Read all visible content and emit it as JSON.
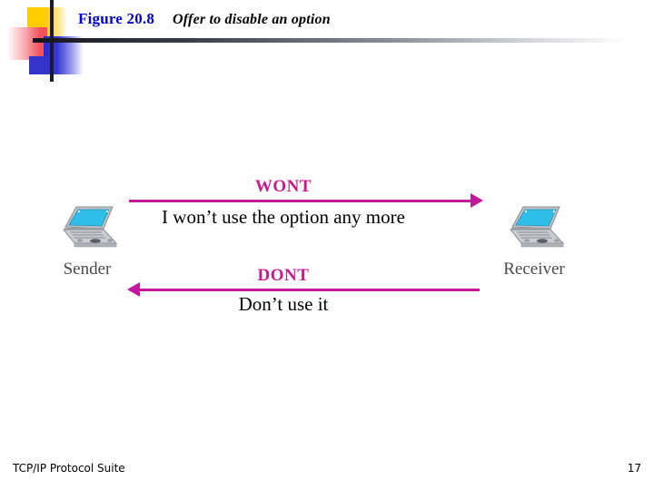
{
  "slide": {
    "figure_number": "Figure 20.8",
    "caption": "Offer to disable an option"
  },
  "diagram": {
    "type": "sequence",
    "nodes": [
      {
        "id": "sender",
        "label": "Sender",
        "icon": "laptop-icon"
      },
      {
        "id": "receiver",
        "label": "Receiver",
        "icon": "laptop-icon"
      }
    ],
    "messages": [
      {
        "id": "wont",
        "command": "WONT",
        "description": "I won’t use the option any more",
        "direction": "sender-to-receiver",
        "arrow": "right"
      },
      {
        "id": "dont",
        "command": "DONT",
        "description": "Don’t use it",
        "direction": "receiver-to-sender",
        "arrow": "left"
      }
    ]
  },
  "footer": {
    "title": "TCP/IP Protocol Suite",
    "page": "17"
  },
  "colors": {
    "figure_number": "#0000CC",
    "command_label": "#CC1A8C",
    "arrow": "#C2189B",
    "node_label": "#4A4A4A",
    "deco_yellow": "#FFCC00",
    "deco_red": "#F2505A",
    "deco_blue": "#3434CC",
    "deco_bar": "#1A1A33"
  }
}
